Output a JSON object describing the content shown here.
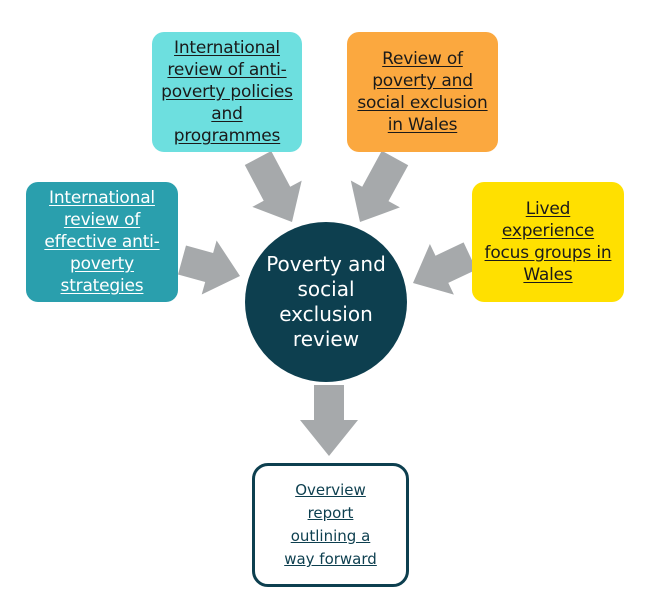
{
  "colors": {
    "box_policies": "#6ddfdf",
    "box_wales_review": "#fba83f",
    "box_strategies": "#2a9fad",
    "box_lived_experience": "#ffe000",
    "center": "#0d3f4f",
    "arrow": "#a6a9ab"
  },
  "inputs": [
    {
      "label": "International review of anti-poverty policies and programmes"
    },
    {
      "label": "Review of poverty and social exclusion in Wales"
    },
    {
      "label": "International review of effective anti-poverty strategies"
    },
    {
      "label": "Lived experience focus groups in Wales"
    }
  ],
  "center": {
    "label": "Poverty and social exclusion review"
  },
  "output": {
    "label": "Overview report outlining a way forward"
  }
}
